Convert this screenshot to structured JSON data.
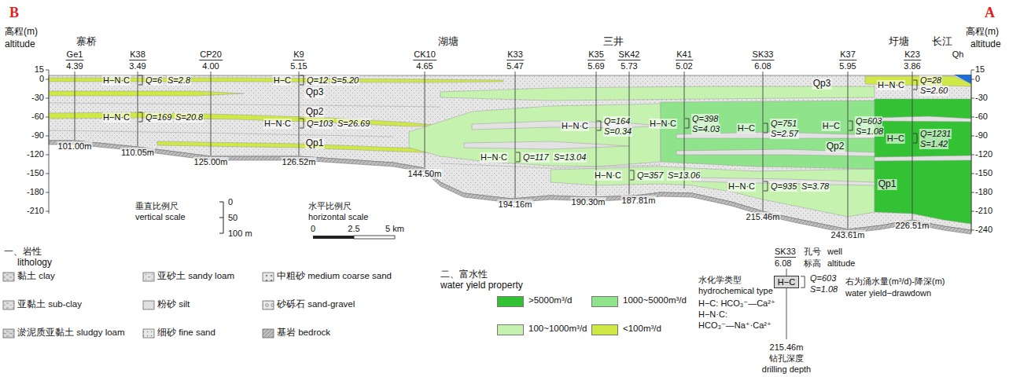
{
  "diagram": {
    "nodes": [
      {
        "text": [
          "H−C"
        ]
      }
    ],
    "labels": [
      "B",
      "A",
      "高程(m)",
      "altitude",
      "高程(m)",
      "altitude",
      "寨桥",
      "湖塘",
      "三井",
      "圩塘",
      "长江",
      "Ge1",
      "4.39",
      "K38",
      "3.49",
      "CP20",
      "4.00",
      "K9",
      "5.15",
      "CK10",
      "4.65",
      "K33",
      "5.47",
      "K35",
      "5.69",
      "SK42",
      "5.73",
      "K41",
      "5.02",
      "SK33",
      "6.08",
      "K37",
      "5.95",
      "K23",
      "3.86",
      "Qh",
      "15",
      "0",
      "-30",
      "-60",
      "-90",
      "-120",
      "-150",
      "-180",
      "-210",
      "15",
      "0",
      "-30",
      "-60",
      "-90",
      "-120",
      "-150",
      "-180",
      "-210",
      "-240",
      "101.00m",
      "110.05m",
      "125.00m",
      "126.52m",
      "144.50m",
      "194.16m",
      "190.30m",
      "187.81m",
      "215.46m",
      "243.61m",
      "226.51m",
      "Qp3",
      "Qp2",
      "Qp1",
      "Qp3",
      "Qp2",
      "Qp1",
      "H−N·C",
      "Q=6",
      "S=2.8",
      "H−N·C",
      "Q=169",
      "S=20.8",
      "H−C",
      "Q=12",
      "S=5.20",
      "H−N·C",
      "Q=103",
      "S=26.69",
      "H−N·C",
      "Q=117",
      "S=13.04",
      "H−N·C",
      "Q=164",
      "S=0.34",
      "H−N·C",
      "Q=357",
      "S=13.06",
      "H−N·C",
      "Q=398",
      "S=4.03",
      "H−C",
      "Q=751",
      "S=2.57",
      "H−N·C",
      "Q=935",
      "S=3.78",
      "H−C",
      "Q=603",
      "S=1.08",
      "H−N·C",
      "Q=28",
      "S=2.60",
      "H−C",
      "Q=1231",
      "S=1.42",
      "垂直比例尺",
      "vertical scale",
      "0",
      "50",
      "100 m",
      "水平比例尺",
      "horizontal scale",
      "0",
      "2.5",
      "5 km",
      "一、岩性",
      "lithology",
      "二、富水性",
      "water yield property",
      "SK33",
      "6.08",
      "孔号",
      "well",
      "标高",
      "altitude",
      "Q=603",
      "S=1.08",
      "右为涌水量(m³/d)-降深(m)",
      "water yield−drawdown",
      "水化学类型",
      "hydrochemical type",
      "H−C: HCO₃⁻—Ca²⁺",
      "H−N·C:",
      "HCO₃⁻—Na⁺·Ca²⁺",
      "215.46m",
      "钻孔深度",
      "drilling depth"
    ],
    "legend": [
      {
        "text": "黏土 clay"
      },
      {
        "text": "亚黏土 sub-clay"
      },
      {
        "text": "淤泥质亚黏土 sludgy loam"
      },
      {
        "text": "亚砂土 sandy loam"
      },
      {
        "text": "粉砂 silt"
      },
      {
        "text": "细砂 fine sand"
      },
      {
        "text": "中粗砂 medium coarse sand"
      },
      {
        "text": "砂砾石 sand-gravel"
      },
      {
        "text": "基岩 bedrock"
      },
      {
        "text": ">5000m³/d",
        "color": "#33c233"
      },
      {
        "text": "1000~5000m³/d",
        "color": "#8fe38a"
      },
      {
        "text": "100~1000m³/d",
        "color": "#c6f2b0"
      },
      {
        "text": "<100m³/d",
        "color": "#d0e846"
      }
    ]
  }
}
